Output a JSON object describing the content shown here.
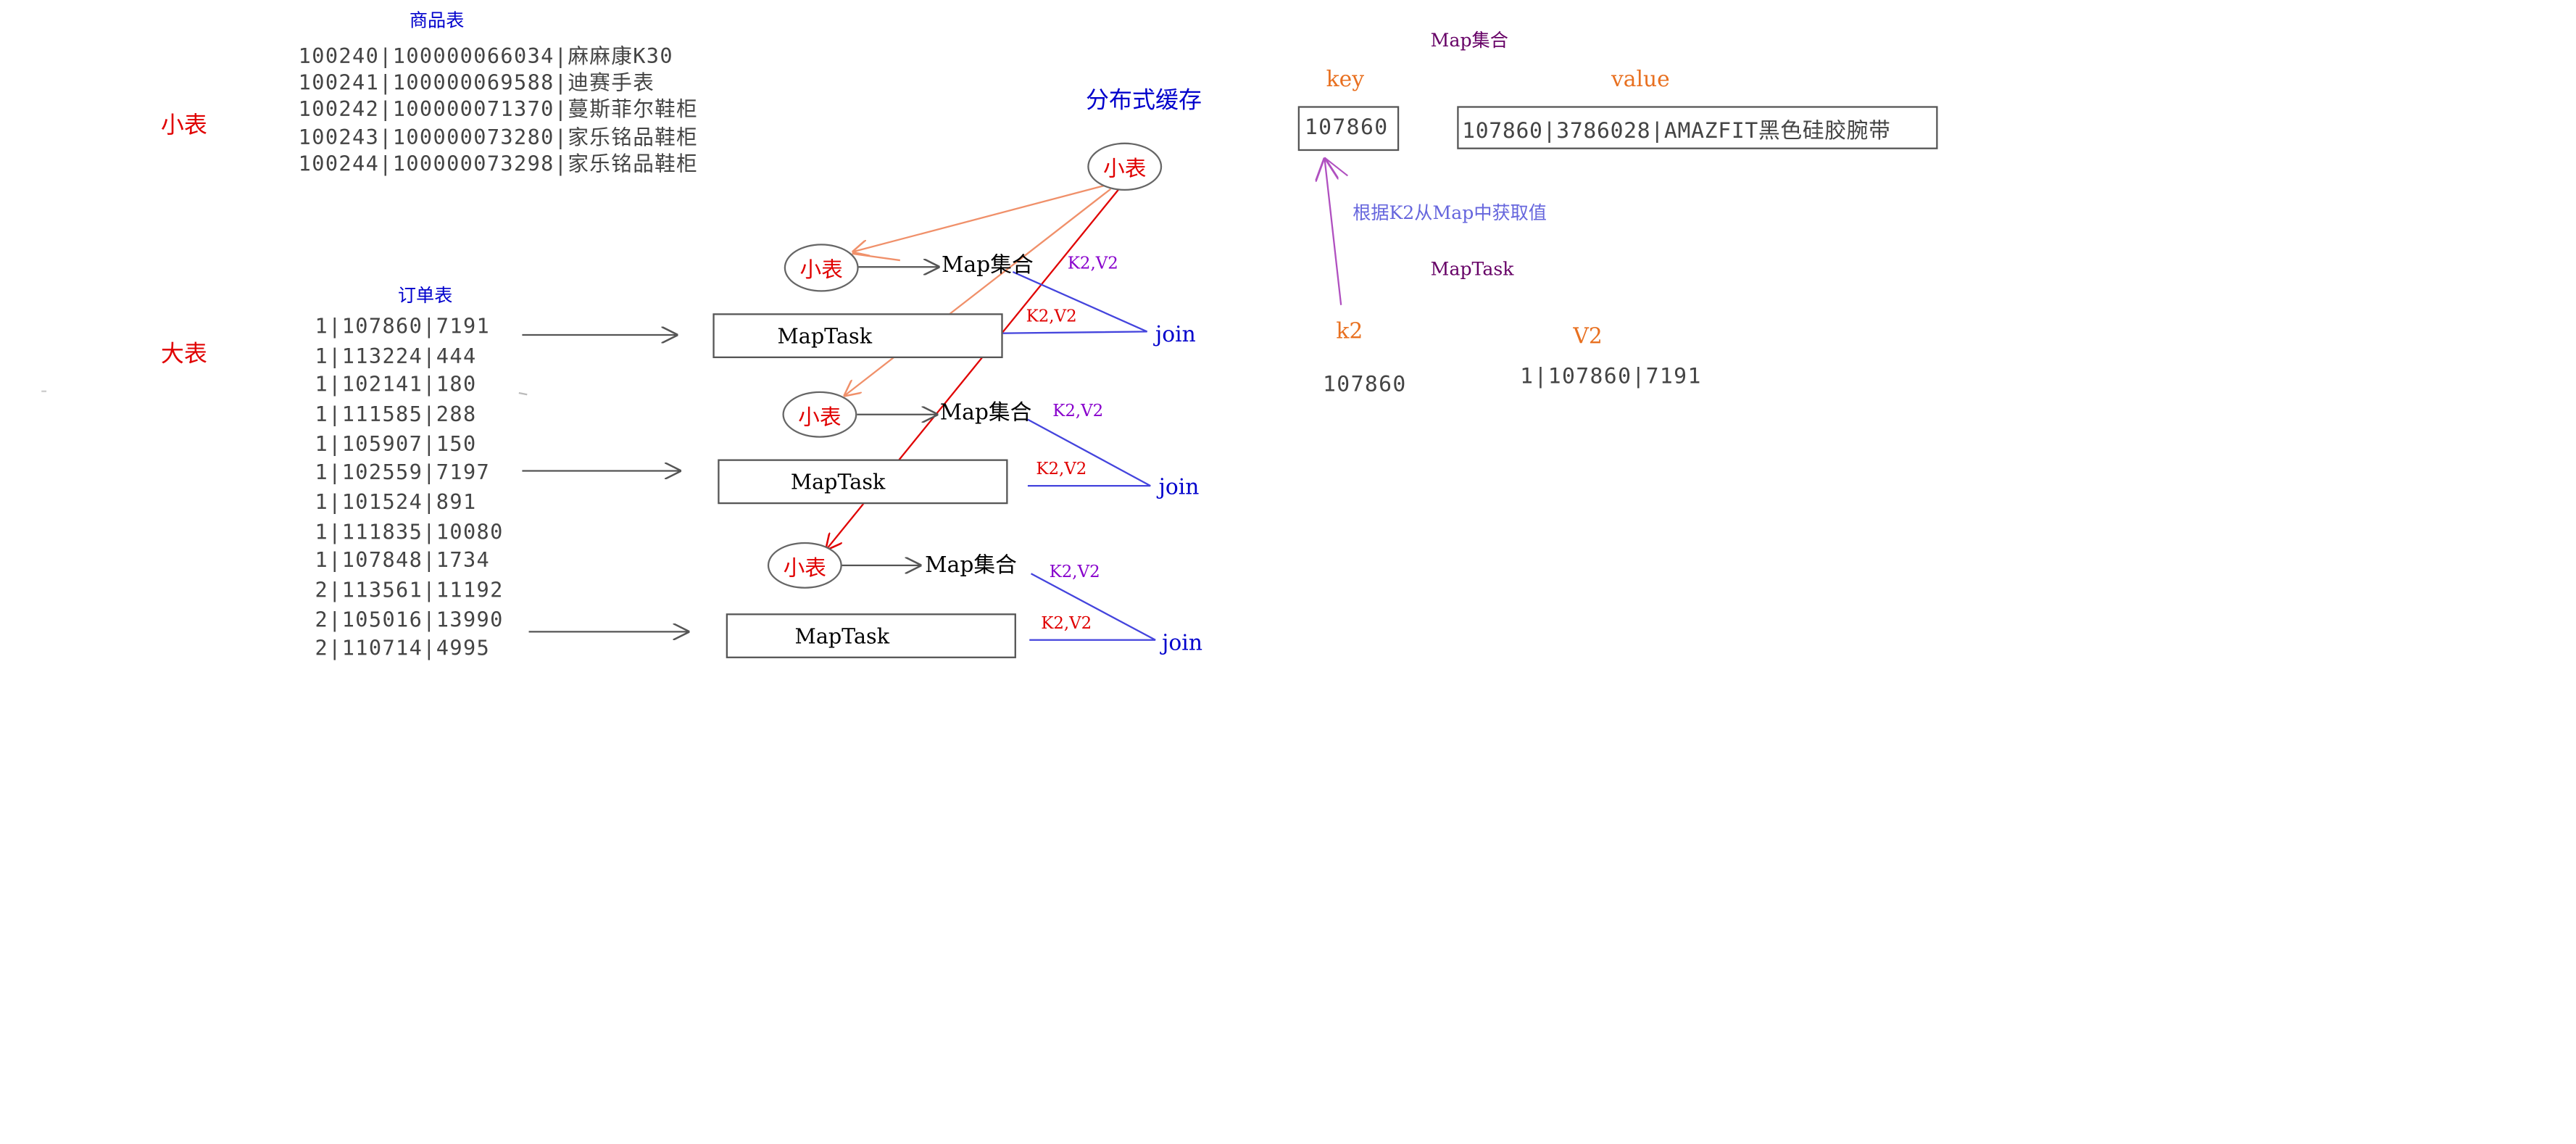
{
  "colors": {
    "red": "#e00000",
    "blue": "#0000cc",
    "purple": "#8800cc",
    "dark_purple": "#660066",
    "orange": "#e87020",
    "salmon": "#f0906a",
    "light_blue": "#6666dd",
    "magenta_line": "#b050c0"
  },
  "left": {
    "small_table_label": "小表",
    "big_table_label": "大表",
    "goods_title": "商品表",
    "goods_rows": [
      "100240|100000066034|麻麻康K30",
      "100241|100000069588|迪赛手表",
      "100242|100000071370|蔓斯菲尔鞋柜",
      "100243|100000073280|家乐铭品鞋柜",
      "100244|100000073298|家乐铭品鞋柜"
    ],
    "orders_title": "订单表",
    "order_rows": [
      "1|107860|7191",
      "1|113224|444",
      "1|102141|180",
      "1|111585|288",
      "1|105907|150",
      "1|102559|7197",
      "1|101524|891",
      "1|111835|10080",
      "1|107848|1734",
      "2|113561|11192",
      "2|105016|13990",
      "2|110714|4995"
    ]
  },
  "middle": {
    "cache_title": "分布式缓存",
    "cache_node": "小表",
    "groups": [
      {
        "small": "小表",
        "map": "Map集合",
        "kv_top": "K2,V2",
        "kv_task": "K2,V2",
        "task": "MapTask",
        "join": "join"
      },
      {
        "small": "小表",
        "map": "Map集合",
        "kv_top": "K2,V2",
        "kv_task": "K2,V2",
        "task": "MapTask",
        "join": "join"
      },
      {
        "small": "小表",
        "map": "Map集合",
        "kv_top": "K2,V2",
        "kv_task": "K2,V2",
        "task": "MapTask",
        "join": "join"
      }
    ]
  },
  "right": {
    "map_title": "Map集合",
    "key_header": "key",
    "value_header": "value",
    "key_value": "107860",
    "value_value": "107860|3786028|AMAZFIT黑色硅胶腕带",
    "lookup_note": "根据K2从Map中获取值",
    "maptask_title": "MapTask",
    "k2_header": "k2",
    "v2_header": "V2",
    "k2_value": "107860",
    "v2_value": "1|107860|7191"
  }
}
